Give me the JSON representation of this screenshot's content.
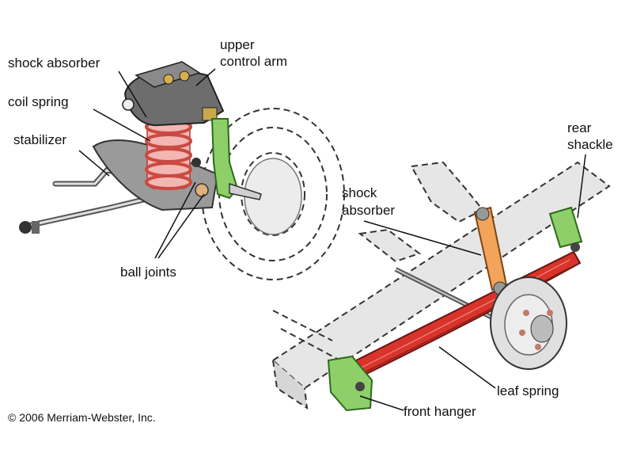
{
  "labels": {
    "shock_absorber_front": "shock absorber",
    "upper_control_arm_line1": "upper",
    "upper_control_arm_line2": "control arm",
    "coil_spring": "coil spring",
    "stabilizer": "stabilizer",
    "ball_joints": "ball joints",
    "rear_shackle_line1": "rear",
    "rear_shackle_line2": "shackle",
    "shock_absorber_rear_line1": "shock",
    "shock_absorber_rear_line2": "absorber",
    "leaf_spring": "leaf spring",
    "front_hanger": "front hanger"
  },
  "copyright": "© 2006 Merriam-Webster, Inc.",
  "colors": {
    "coil_spring": "#e8706a",
    "control_arm": "#8fcf6a",
    "shock_rear": "#f2a45a",
    "leaf_spring": "#d9342b",
    "metal_dark": "#4a4a4a",
    "frame_fill": "#e6e6e6"
  }
}
